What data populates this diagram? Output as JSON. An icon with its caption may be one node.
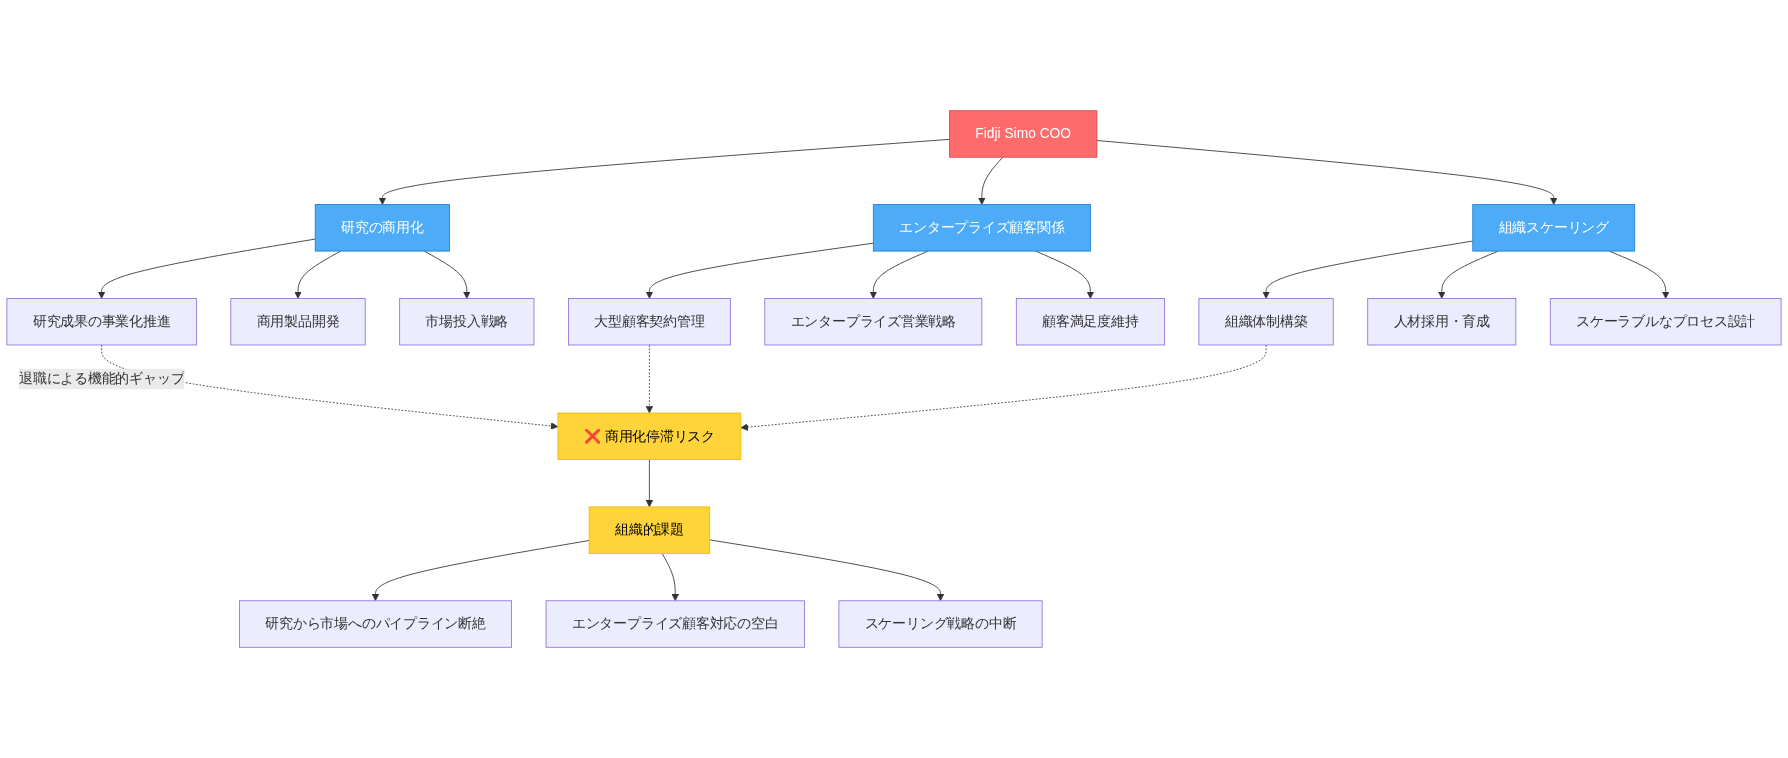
{
  "diagram": {
    "nodes": [
      {
        "text": [
          "Fidji Simo COO"
        ]
      },
      {
        "text": [
          "研究の商用化"
        ]
      },
      {
        "text": [
          "エンタープライズ顧客関係"
        ]
      },
      {
        "text": [
          "組織スケーリング"
        ]
      },
      {
        "text": [
          "研究成果の事業化推進"
        ]
      },
      {
        "text": [
          "商用製品開発"
        ]
      },
      {
        "text": [
          "市場投入戦略"
        ]
      },
      {
        "text": [
          "大型顧客契約管理"
        ]
      },
      {
        "text": [
          "エンタープライズ営業戦略"
        ]
      },
      {
        "text": [
          "顧客満足度維持"
        ]
      },
      {
        "text": [
          "組織体制構築"
        ]
      },
      {
        "text": [
          "人材採用・育成"
        ]
      },
      {
        "text": [
          "スケーラブルなプロセス設計"
        ]
      },
      {
        "text": [
          "❌ 商用化停滞リスク"
        ]
      },
      {
        "text": [
          "組織的課題"
        ]
      },
      {
        "text": [
          "研究から市場へのパイプライン断絶"
        ]
      },
      {
        "text": [
          "エンタープライズ顧客対応の空白"
        ]
      },
      {
        "text": [
          "スケーリング戦略の中断"
        ]
      }
    ],
    "edges": [
      {
        "from": 0,
        "to": 1,
        "arrow": "to"
      },
      {
        "from": 0,
        "to": 2,
        "arrow": "to"
      },
      {
        "from": 0,
        "to": 3,
        "arrow": "to"
      },
      {
        "from": 1,
        "to": 4,
        "arrow": "to"
      },
      {
        "from": 1,
        "to": 5,
        "arrow": "to"
      },
      {
        "from": 1,
        "to": 6,
        "arrow": "to"
      },
      {
        "from": 2,
        "to": 7,
        "arrow": "to"
      },
      {
        "from": 2,
        "to": 8,
        "arrow": "to"
      },
      {
        "from": 2,
        "to": 9,
        "arrow": "to"
      },
      {
        "from": 3,
        "to": 10,
        "arrow": "to"
      },
      {
        "from": 3,
        "to": 11,
        "arrow": "to"
      },
      {
        "from": 3,
        "to": 12,
        "arrow": "to"
      },
      {
        "from": 4,
        "to": 13,
        "arrow": "to",
        "style": "dashed",
        "label": "退職による機能的ギャップ"
      },
      {
        "from": 7,
        "to": 13,
        "arrow": "to",
        "style": "dashed"
      },
      {
        "from": 10,
        "to": 13,
        "arrow": "to",
        "style": "dashed"
      },
      {
        "from": 13,
        "to": 14,
        "arrow": "to"
      },
      {
        "from": 14,
        "to": 15,
        "arrow": "to"
      },
      {
        "from": 14,
        "to": 16,
        "arrow": "to"
      },
      {
        "from": 14,
        "to": 17,
        "arrow": "to"
      }
    ]
  }
}
